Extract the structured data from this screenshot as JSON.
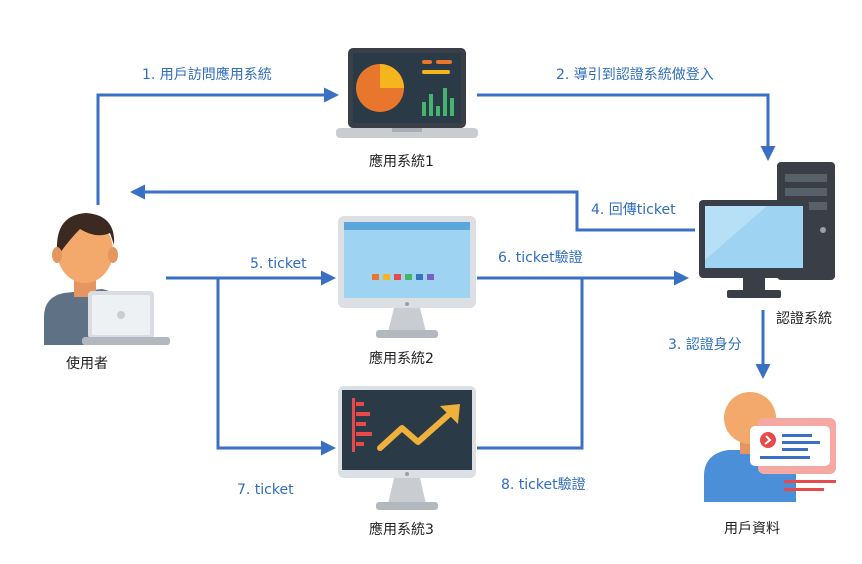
{
  "nodes": {
    "user": "使用者",
    "app1": "應用系統1",
    "app2": "應用系統2",
    "app3": "應用系統3",
    "auth": "認證系統",
    "userdata": "用戶資料"
  },
  "edges": {
    "e1": "1. 用戶訪問應用系統",
    "e2": "2. 導引到認證系統做登入",
    "e3": "3. 認證身分",
    "e4": "4. 回傳ticket",
    "e5": "5. ticket",
    "e6": "6. ticket驗證",
    "e7": "7. ticket",
    "e8": "8. ticket驗證"
  },
  "colors": {
    "arrow": "#3a70c4",
    "label": "#2f6dbf",
    "node_text": "#222222",
    "skin": "#f2a96b",
    "hair": "#3b2a22",
    "shirt": "#5e7185",
    "screen_dark": "#2b3a47",
    "screen_light": "#9fd3f2",
    "monitor_frame": "#3a3f47",
    "stand": "#c9ccd0",
    "pie_orange": "#e8762c",
    "pie_yellow": "#f5b51f",
    "bar_green": "#45b46c",
    "chart_orange": "#f0b13c",
    "red": "#e64a4a",
    "card_pink": "#f6a8a3",
    "user_blue": "#4a8fd8"
  },
  "icons": {
    "user": "person-with-laptop-icon",
    "app1": "laptop-dashboard-icon",
    "app2": "desktop-monitor-icon",
    "app3": "monitor-chart-icon",
    "auth": "server-workstation-icon",
    "userdata": "user-profile-card-icon"
  }
}
